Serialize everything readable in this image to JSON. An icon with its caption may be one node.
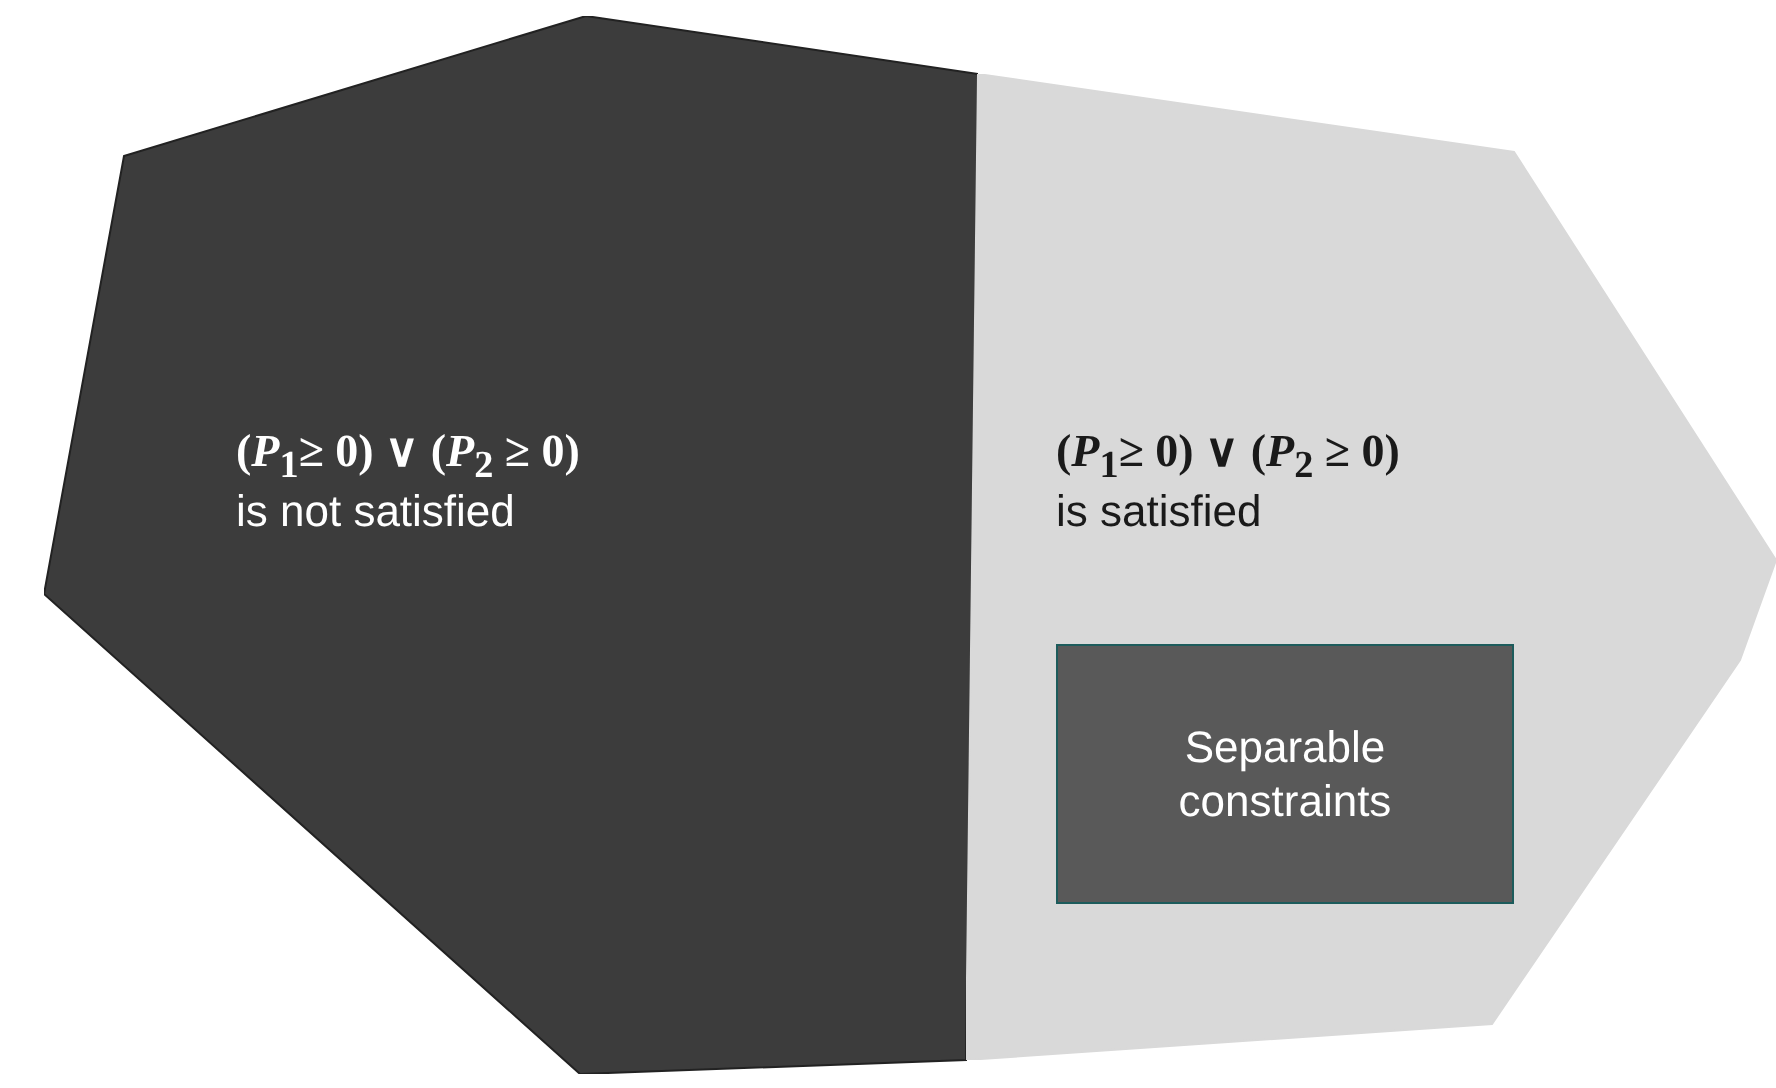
{
  "diagram": {
    "nodes": [
      {
        "text": [
          "(*P*$_{1}$≥ 0) ∨ (*P*$_{2}$ ≥ 0)",
          "is not satisfied"
        ]
      },
      {
        "text": [
          "(*P*$_{1}$≥ 0) ∨ (*P*$_{2}$ ≥ 0)",
          "is satisfied"
        ]
      },
      {
        "text": [
          "Separable constraints"
        ],
        "in": 1
      }
    ]
  }
}
